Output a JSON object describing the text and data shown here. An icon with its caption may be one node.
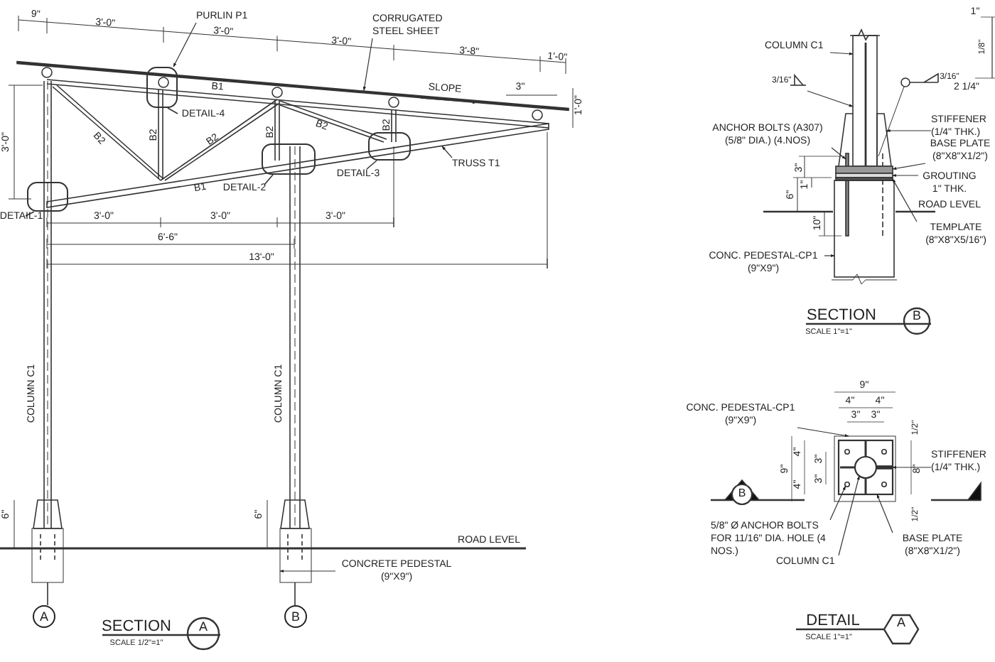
{
  "diagram": {
    "nodes": [
      {
        "text": [
          "PURLIN P1"
        ]
      },
      {
        "text": [
          "CORRUGATED STEEL SHEET"
        ]
      },
      {
        "text": [],
        "shape": "box"
      },
      {
        "text": [],
        "shape": "box"
      },
      {
        "text": [],
        "shape": "box"
      },
      {
        "text": [
          "TRUSS T1"
        ]
      },
      {
        "text": [],
        "shape": "box"
      },
      {
        "text": [
          "A"
        ]
      },
      {
        "text": [
          "CONCRETE PEDESTAL (9\"X9\")"
        ]
      },
      {
        "text": [
          "B"
        ]
      },
      {
        "text": [
          "COLUMN C1"
        ]
      },
      {
        "text": [
          "ANCHOR BOLTS (A307) (5/8\" DIA.) (4.NOS)"
        ]
      },
      {
        "text": [
          "STIFFENER (1/4\" THK.)"
        ]
      },
      {
        "text": [
          "BASE PLATE (8\"X8\"X1/2\")"
        ]
      },
      {
        "text": [
          "GROUTING 1\" THK."
        ]
      },
      {
        "text": [
          "TEMPLATE (8\"X8\"X5/16\")"
        ]
      },
      {
        "text": [
          "CONC. PEDESTAL-CP1 (9\"X9\")"
        ]
      },
      {
        "text": [
          "CONC. PEDESTAL-CP1 (9\"X9\")"
        ]
      },
      {
        "text": [
          "STIFFENER (1/4\" THK.)"
        ]
      },
      {
        "text": [
          "5/8\" Ø ANCHOR BOLTS FOR 11/16\" DIA. HOLE (4 NOS.)"
        ]
      },
      {
        "text": [
          "COLUMN C1"
        ]
      },
      {
        "text": [
          "BASE PLATE (8\"X8\"X1/2\")"
        ]
      },
      {
        "text": [],
        "shape": "bar"
      },
      {
        "text": [],
        "shape": "bar"
      },
      {
        "text": [],
        "shape": "box"
      },
      {
        "text": [],
        "shape": "box"
      },
      {
        "text": [],
        "shape": "bar"
      },
      {
        "text": [],
        "shape": "bar"
      },
      {
        "text": [],
        "shape": "bar"
      },
      {
        "text": [],
        "shape": "bar"
      },
      {
        "text": [],
        "shape": "bar"
      },
      {
        "text": [],
        "shape": "box"
      },
      {
        "text": [],
        "shape": "box"
      },
      {
        "text": [],
        "shape": "box",
        "in": 32
      },
      {
        "text": [],
        "shape": "bar",
        "in": 33
      },
      {
        "text": [],
        "shape": "circle",
        "in": 33
      },
      {
        "text": [],
        "shape": "circle",
        "in": 33
      },
      {
        "text": [
          "3/16\""
        ]
      }
    ],
    "edges": [
      {
        "from": 0,
        "to": 2,
        "arrow": "to"
      },
      {
        "from": 1,
        "to": 22,
        "arrow": "to"
      },
      {
        "from": 5,
        "to": 23,
        "arrow": "to"
      },
      {
        "from": 8,
        "to": 24,
        "arrow": "to"
      },
      {
        "from": 10,
        "to": 25,
        "arrow": "to"
      },
      {
        "from": 11,
        "to": 26,
        "arrow": "to"
      },
      {
        "from": 12,
        "to": 27,
        "arrow": "to"
      },
      {
        "from": 13,
        "to": 28,
        "arrow": "to"
      },
      {
        "from": 14,
        "to": 29,
        "arrow": "to"
      },
      {
        "from": 15,
        "to": 30,
        "arrow": "to"
      },
      {
        "from": 16,
        "to": 31,
        "arrow": "to"
      },
      {
        "from": 17,
        "to": 32,
        "arrow": "to"
      },
      {
        "from": 18,
        "to": 34,
        "arrow": "to"
      },
      {
        "from": 19,
        "to": 35,
        "arrow": "to"
      },
      {
        "from": 20,
        "to": 36,
        "arrow": "to"
      },
      {
        "from": 21,
        "to": 33,
        "arrow": "to"
      },
      {
        "from": 37,
        "to": 25,
        "arrow": "to"
      }
    ],
    "labels": [
      "9\"",
      "3'-0\"",
      "3'-0\"",
      "3'-0\"",
      "3'-8\"",
      "1'-0\"",
      "SLOPE",
      "3\"",
      "1'-0\"",
      "3'-0\"",
      "B1",
      "B2",
      "B2",
      "B2",
      "B2",
      "B2",
      "B2",
      "B1",
      "3'-0\"",
      "3'-0\"",
      "3'-0\"",
      "6'-6\"",
      "13'-0\"",
      "COLUMN C1",
      "COLUMN C1",
      "6\"",
      "6\"",
      "ROAD LEVEL",
      "SECTION",
      "A",
      "SCALE 1/2\"=1\"",
      "3/16\"",
      "1\"",
      "1/8\"",
      "2 1/4\"",
      "3\"",
      "1\"",
      "6\"",
      "ROAD LEVEL",
      "10\"",
      "SECTION",
      "B",
      "SCALE 1\"=1\"",
      "9\"",
      "4\"",
      "4\"",
      "3\"",
      "3\"",
      "1/2\"",
      "9\"",
      "4\"",
      "3\"",
      "3\"",
      "4\"",
      "8\"",
      "B",
      "1/2\"",
      "DETAIL",
      "A",
      "SCALE 1\"=1\"",
      "DETAIL-4",
      "DETAIL-2",
      "DETAIL-3",
      "DETAIL-1"
    ]
  }
}
